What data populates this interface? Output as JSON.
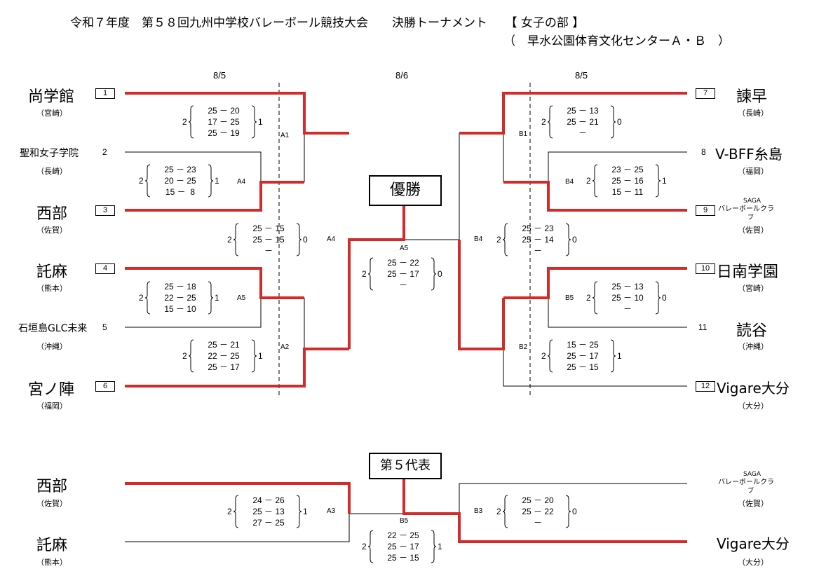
{
  "header": {
    "title": "令和７年度　第５８回九州中学校バレーボール競技大会　　決勝トーナメント　　【 女子の部 】",
    "venue": "（　早水公園体育文化センターＡ・Ｂ　）"
  },
  "dates": {
    "left": "8/5",
    "center": "8/6",
    "right": "8/5"
  },
  "teams": {
    "t1": {
      "seed": "1",
      "name": "尚学館",
      "pref": "（宮崎）"
    },
    "t2": {
      "seed": "2",
      "name": "聖和女子学院",
      "pref": "（長崎）"
    },
    "t3": {
      "seed": "3",
      "name": "西部",
      "pref": "（佐賀）"
    },
    "t4": {
      "seed": "4",
      "name": "託麻",
      "pref": "（熊本）"
    },
    "t5": {
      "seed": "5",
      "name": "石垣島GLC未来",
      "pref": "（沖縄）"
    },
    "t6": {
      "seed": "6",
      "name": "宮ノ陣",
      "pref": "（福岡）"
    },
    "t7": {
      "seed": "7",
      "name": "諫早",
      "pref": "（長崎）"
    },
    "t8": {
      "seed": "8",
      "name": "V-BFF糸島",
      "pref": "（福岡）"
    },
    "t9": {
      "seed": "9",
      "name1": "SAGA",
      "name2": "バレーボールクラ",
      "name3": "ブ",
      "pref": "（佐賀）"
    },
    "t10": {
      "seed": "10",
      "name": "日南学園",
      "pref": "（宮崎）"
    },
    "t11": {
      "seed": "11",
      "name": "読谷",
      "pref": "（沖縄）"
    },
    "t12": {
      "seed": "12",
      "name": "Vigare大分",
      "pref": "（大分）"
    }
  },
  "matches": {
    "A1": {
      "label": "A1",
      "lead": "2",
      "sets": [
        "25 － 20",
        "17 － 25",
        "25 － 19"
      ],
      "trail": "1"
    },
    "A4a": {
      "label": "A4",
      "lead": "2",
      "sets": [
        "25 － 23",
        "20 － 25",
        "15 －  8"
      ],
      "trail": "1"
    },
    "A4b": {
      "label": "A4",
      "lead": "2",
      "sets": [
        "25 － 15",
        "25 － 15",
        "－"
      ],
      "trail": "0"
    },
    "A5": {
      "label": "A5",
      "lead": "2",
      "sets": [
        "25 － 18",
        "22 － 25",
        "15 － 10"
      ],
      "trail": "1"
    },
    "A2": {
      "label": "A2",
      "lead": "2",
      "sets": [
        "25 － 21",
        "22 － 25",
        "25 － 17"
      ],
      "trail": "1"
    },
    "Final": {
      "label": "A5",
      "lead": "2",
      "sets": [
        "25 － 22",
        "25 － 17",
        "－"
      ],
      "trail": "0"
    },
    "B1": {
      "label": "B1",
      "lead": "2",
      "sets": [
        "25 － 13",
        "25 － 21",
        "－"
      ],
      "trail": "0"
    },
    "B4a": {
      "label": "B4",
      "lead": "2",
      "sets": [
        "23 － 25",
        "25 － 16",
        "15 － 11"
      ],
      "trail": "1"
    },
    "B4b": {
      "label": "B4",
      "lead": "2",
      "sets": [
        "25 － 23",
        "25 － 14",
        "－"
      ],
      "trail": "0"
    },
    "B5": {
      "label": "B5",
      "lead": "2",
      "sets": [
        "25 － 13",
        "25 － 10",
        "－"
      ],
      "trail": "0"
    },
    "B2": {
      "label": "B2",
      "lead": "2",
      "sets": [
        "15 － 25",
        "25 － 17",
        "25 － 15"
      ],
      "trail": "1"
    },
    "A3": {
      "label": "A3",
      "lead": "2",
      "sets": [
        "24 － 26",
        "25 － 13",
        "27 － 25"
      ],
      "trail": "1"
    },
    "B3": {
      "label": "B3",
      "lead": "2",
      "sets": [
        "25 － 20",
        "25 － 22",
        "－"
      ],
      "trail": "0"
    },
    "B5f": {
      "label": "B5",
      "lead": "2",
      "sets": [
        "22 － 25",
        "25 － 17",
        "25 － 15"
      ],
      "trail": "1"
    }
  },
  "champion_label": "優勝",
  "fifth_label": "第５代表",
  "lower": {
    "l1": {
      "name": "西部",
      "pref": "（佐賀）"
    },
    "l2": {
      "name": "託麻",
      "pref": "（熊本）"
    },
    "r1": {
      "name1": "SAGA",
      "name2": "バレーボールクラ",
      "name3": "ブ",
      "pref": "（佐賀）"
    },
    "r2": {
      "name": "Vigare大分",
      "pref": "（大分）"
    }
  },
  "colors": {
    "winner_line": "#d42a2a",
    "loser_line": "#000000"
  }
}
